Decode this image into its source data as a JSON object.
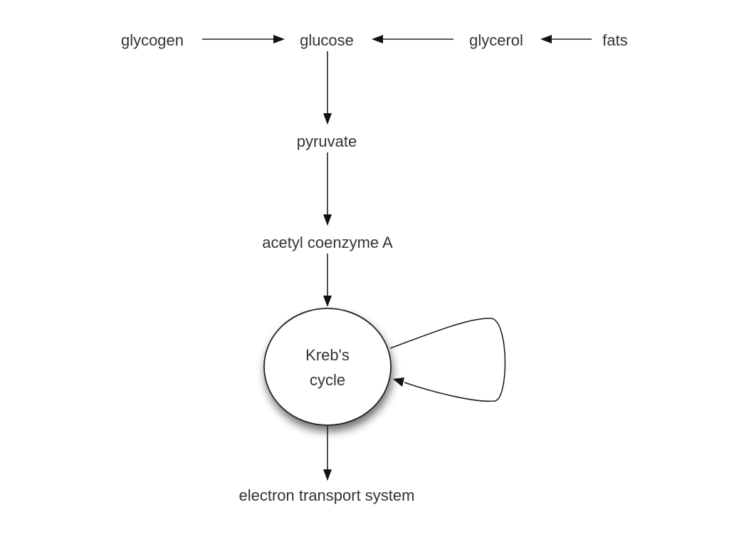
{
  "diagram": {
    "title": "Energy metabolism pathway",
    "nodes": {
      "glycogen": "glycogen",
      "glucose": "glucose",
      "glycerol": "glycerol",
      "fats": "fats",
      "pyruvate": "pyruvate",
      "acetyl_coa": "acetyl coenzyme A",
      "krebs_line1": "Kreb's",
      "krebs_line2": "cycle",
      "ets": "electron transport system"
    },
    "edges": [
      {
        "from": "glycogen",
        "to": "glucose"
      },
      {
        "from": "glycerol",
        "to": "glucose"
      },
      {
        "from": "fats",
        "to": "glycerol"
      },
      {
        "from": "glucose",
        "to": "pyruvate"
      },
      {
        "from": "pyruvate",
        "to": "acetyl_coa"
      },
      {
        "from": "acetyl_coa",
        "to": "krebs"
      },
      {
        "from": "krebs",
        "to": "krebs",
        "type": "self-loop"
      },
      {
        "from": "krebs",
        "to": "ets"
      }
    ]
  }
}
